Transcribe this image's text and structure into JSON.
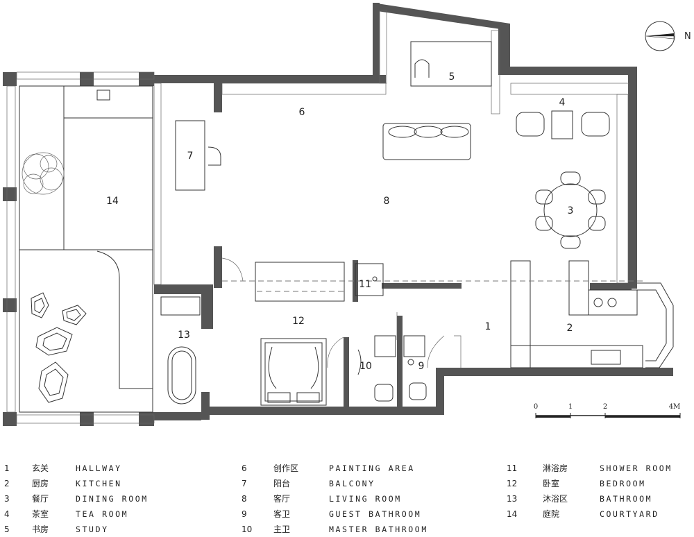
{
  "compass": {
    "label": "N"
  },
  "rooms": [
    {
      "num": "1"
    },
    {
      "num": "2"
    },
    {
      "num": "3"
    },
    {
      "num": "4"
    },
    {
      "num": "5"
    },
    {
      "num": "6"
    },
    {
      "num": "7"
    },
    {
      "num": "8"
    },
    {
      "num": "9"
    },
    {
      "num": "10"
    },
    {
      "num": "11"
    },
    {
      "num": "12"
    },
    {
      "num": "13"
    },
    {
      "num": "14"
    }
  ],
  "scale_bar": {
    "labels": [
      "0",
      "1",
      "2",
      "4M"
    ]
  },
  "legend": [
    {
      "num": "1",
      "zh": "玄关",
      "en": "HALLWAY"
    },
    {
      "num": "2",
      "zh": "厨房",
      "en": "KITCHEN"
    },
    {
      "num": "3",
      "zh": "餐厅",
      "en": "DINING ROOM"
    },
    {
      "num": "4",
      "zh": "茶室",
      "en": "TEA ROOM"
    },
    {
      "num": "5",
      "zh": "书房",
      "en": "STUDY"
    },
    {
      "num": "6",
      "zh": "创作区",
      "en": "PAINTING AREA"
    },
    {
      "num": "7",
      "zh": "阳台",
      "en": "BALCONY"
    },
    {
      "num": "8",
      "zh": "客厅",
      "en": "LIVING ROOM"
    },
    {
      "num": "9",
      "zh": "客卫",
      "en": "GUEST BATHROOM"
    },
    {
      "num": "10",
      "zh": "主卫",
      "en": "MASTER BATHROOM"
    },
    {
      "num": "11",
      "zh": "淋浴房",
      "en": "SHOWER ROOM"
    },
    {
      "num": "12",
      "zh": "卧室",
      "en": "BEDROOM"
    },
    {
      "num": "13",
      "zh": "沐浴区",
      "en": "BATHROOM"
    },
    {
      "num": "14",
      "zh": "庭院",
      "en": "COURTYARD"
    }
  ]
}
